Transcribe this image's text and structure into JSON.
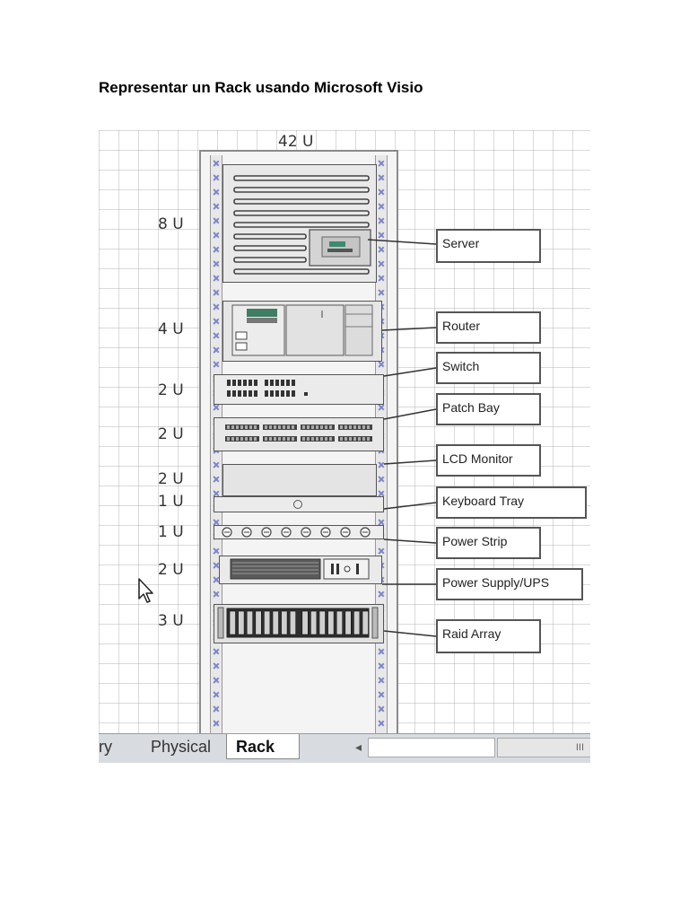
{
  "document": {
    "title": "Representar un Rack usando Microsoft Visio"
  },
  "figure": {
    "rack_size_label": "42 U",
    "unit_labels": [
      "8 U",
      "4 U",
      "2 U",
      "2 U",
      "2 U",
      "1 U",
      "1 U",
      "2 U",
      "3 U"
    ],
    "devices": [
      {
        "id": "server",
        "label": "Server"
      },
      {
        "id": "router",
        "label": "Router"
      },
      {
        "id": "switch",
        "label": "Switch"
      },
      {
        "id": "patch-bay",
        "label": "Patch Bay"
      },
      {
        "id": "lcd-monitor",
        "label": "LCD Monitor"
      },
      {
        "id": "keyboard-tray",
        "label": "Keyboard Tray"
      },
      {
        "id": "power-strip",
        "label": "Power Strip"
      },
      {
        "id": "power-supply",
        "label": "Power Supply/UPS"
      },
      {
        "id": "raid-array",
        "label": "Raid Array"
      }
    ],
    "tabs": [
      {
        "label": "ry"
      },
      {
        "label": "Physical"
      },
      {
        "label": "Rack",
        "active": true
      }
    ],
    "scroll_thumb_glyph": "III",
    "scroll_left_glyph": "◂"
  }
}
